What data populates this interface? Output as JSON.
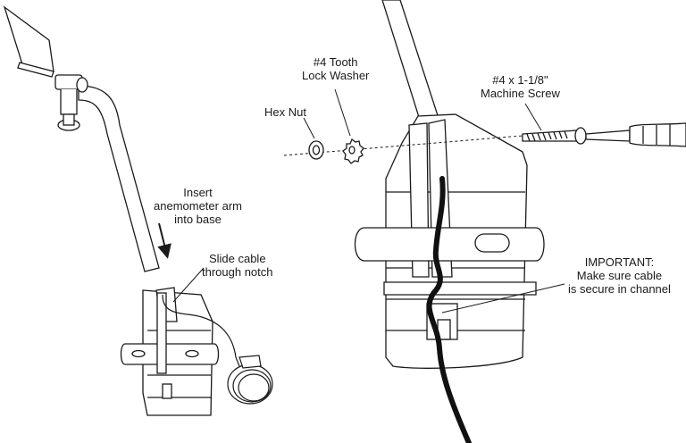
{
  "labels": {
    "insert_arm": [
      "Insert",
      "anemometer arm",
      "into base"
    ],
    "slide_cable": [
      "Slide cable",
      "through notch"
    ],
    "hex_nut": [
      "Hex Nut"
    ],
    "lock_washer": [
      "#4 Tooth",
      "Lock Washer"
    ],
    "machine_screw": [
      "#4 x 1-1/8\"",
      "Machine Screw"
    ],
    "important": [
      "IMPORTANT:",
      "Make sure cable",
      "is secure in channel"
    ]
  },
  "colors": {
    "line": "#1a1a1a",
    "fill": "#ffffff",
    "cable": "#111111",
    "shade": "#d9d9d9"
  }
}
